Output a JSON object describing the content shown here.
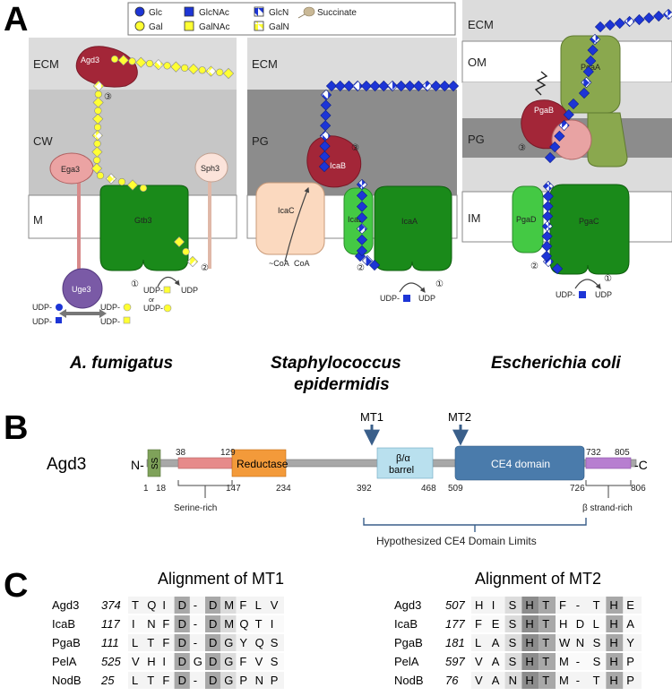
{
  "panel_labels": [
    "A",
    "B",
    "C"
  ],
  "legend": [
    {
      "shape": "circle",
      "color": "#1d35d6",
      "label": "Glc"
    },
    {
      "shape": "circle",
      "color": "#ffff33",
      "label": "Gal"
    },
    {
      "shape": "square",
      "color": "#1d35d6",
      "label": "GlcNAc"
    },
    {
      "shape": "square",
      "color": "#ffff33",
      "label": "GalNAc"
    },
    {
      "shape": "half-square",
      "color": "#1d35d6",
      "label": "GlcN"
    },
    {
      "shape": "half-square",
      "color": "#ffff33",
      "label": "GalN"
    },
    {
      "shape": "succinate",
      "color": "#c9b896",
      "label": "Succinate"
    }
  ],
  "organisms": {
    "fumigatus": {
      "name": "A. fumigatus",
      "layers": [
        "ECM",
        "CW",
        "M"
      ],
      "proteins": [
        "Agd3",
        "Ega3",
        "Gtb3",
        "Sph3",
        "Uge3"
      ],
      "substrates": [
        "UDP-",
        "UDP-",
        "UDP-",
        "UDP-",
        "UDP-",
        "UDP",
        "UDP-"
      ],
      "or_text": "or",
      "steps": [
        "③",
        "②",
        "①"
      ]
    },
    "staph": {
      "name_line1": "Staphylococcus",
      "name_line2": "epidermidis",
      "layers": [
        "ECM",
        "PG"
      ],
      "proteins": [
        "IcaB",
        "IcaC",
        "IcaD",
        "IcaA"
      ],
      "coa": [
        "~CoA",
        "CoA"
      ],
      "substrates": [
        "UDP-",
        "UDP"
      ],
      "steps": [
        "③",
        "②",
        "①"
      ]
    },
    "ecoli": {
      "name": "Escherichia coli",
      "layers": [
        "ECM",
        "OM",
        "PG",
        "IM"
      ],
      "proteins": [
        "PgaA",
        "PgaB",
        "PgaD",
        "PgaC"
      ],
      "substrates": [
        "UDP-",
        "UDP"
      ],
      "steps": [
        "③",
        "②",
        "①"
      ]
    }
  },
  "domain_map": {
    "protein": "Agd3",
    "n_term": "N-",
    "c_term": "-C",
    "ss_label": "SS",
    "domains": [
      {
        "label": "Reductase"
      },
      {
        "label": "β/α\nbarrel",
        "line1": "β/α",
        "line2": "barrel"
      },
      {
        "label": "CE4 domain"
      }
    ],
    "numbers_top": [
      "38",
      "129",
      "732",
      "805"
    ],
    "numbers_bottom": [
      "1",
      "18",
      "147",
      "234",
      "392",
      "468",
      "509",
      "726",
      "806"
    ],
    "mt_labels": [
      "MT1",
      "MT2"
    ],
    "region_labels": [
      "Serine-rich",
      "β strand-rich",
      "Hypothesized CE4 Domain Limits"
    ]
  },
  "alignments": [
    {
      "title": "Alignment of MT1",
      "rows": [
        {
          "name": "Agd3",
          "start": "374",
          "seq": [
            "T",
            "Q",
            "I",
            "D",
            "-",
            "D",
            "M",
            "F",
            "L",
            "V"
          ]
        },
        {
          "name": "IcaB",
          "start": "117",
          "seq": [
            "I",
            "N",
            "F",
            "D",
            "-",
            "D",
            "M",
            "Q",
            "T",
            "I"
          ]
        },
        {
          "name": "PgaB",
          "start": "111",
          "seq": [
            "L",
            "T",
            "F",
            "D",
            "-",
            "D",
            "G",
            "Y",
            "Q",
            "S"
          ]
        },
        {
          "name": "PelA",
          "start": "525",
          "seq": [
            "V",
            "H",
            "I",
            "D",
            "G",
            "D",
            "G",
            "F",
            "V",
            "S"
          ]
        },
        {
          "name": "NodB",
          "start": "25",
          "seq": [
            "L",
            "T",
            "F",
            "D",
            "-",
            "D",
            "G",
            "P",
            "N",
            "P"
          ]
        }
      ]
    },
    {
      "title": "Alignment of MT2",
      "rows": [
        {
          "name": "Agd3",
          "start": "507",
          "seq": [
            "H",
            "I",
            "S",
            "H",
            "T",
            "F",
            "-",
            "T",
            "H",
            "E"
          ]
        },
        {
          "name": "IcaB",
          "start": "177",
          "seq": [
            "F",
            "E",
            "S",
            "H",
            "T",
            "H",
            "D",
            "L",
            "H",
            "A"
          ]
        },
        {
          "name": "PgaB",
          "start": "181",
          "seq": [
            "L",
            "A",
            "S",
            "H",
            "T",
            "W",
            "N",
            "S",
            "H",
            "Y"
          ]
        },
        {
          "name": "PelA",
          "start": "597",
          "seq": [
            "V",
            "A",
            "S",
            "H",
            "T",
            "M",
            "-",
            "S",
            "H",
            "P"
          ]
        },
        {
          "name": "NodB",
          "start": "76",
          "seq": [
            "V",
            "A",
            "N",
            "H",
            "T",
            "M",
            "-",
            "T",
            "H",
            "P"
          ]
        }
      ]
    }
  ]
}
